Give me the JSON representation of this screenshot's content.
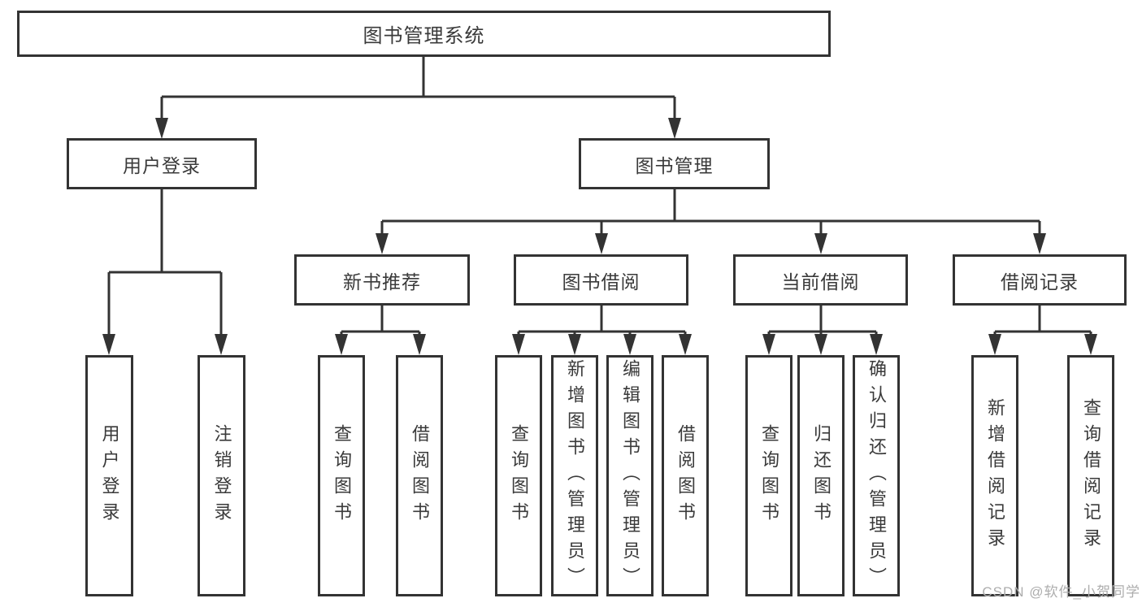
{
  "diagram_title": "图书管理系统",
  "tree": {
    "root": {
      "label": "图书管理系统",
      "children": [
        {
          "label": "用户登录",
          "children": [
            {
              "label": "用户登录"
            },
            {
              "label": "注销登录"
            }
          ]
        },
        {
          "label": "图书管理",
          "children": [
            {
              "label": "新书推荐",
              "children": [
                {
                  "label": "查询图书"
                },
                {
                  "label": "借阅图书"
                }
              ]
            },
            {
              "label": "图书借阅",
              "children": [
                {
                  "label": "查询图书"
                },
                {
                  "label": "新增图书（管理员）"
                },
                {
                  "label": "编辑图书（管理员）"
                },
                {
                  "label": "借阅图书"
                }
              ]
            },
            {
              "label": "当前借阅",
              "children": [
                {
                  "label": "查询图书"
                },
                {
                  "label": "归还图书"
                },
                {
                  "label": "确认归还（管理员）"
                }
              ]
            },
            {
              "label": "借阅记录",
              "children": [
                {
                  "label": "新增借阅记录"
                },
                {
                  "label": "查询借阅记录"
                }
              ]
            }
          ]
        }
      ]
    }
  },
  "watermark": {
    "text": "CSDN @软件_小贺同学"
  },
  "colors": {
    "line": "#333333",
    "box_border": "#333333",
    "text": "#3a3a3a",
    "watermark": "#adadad",
    "background": "#ffffff"
  }
}
